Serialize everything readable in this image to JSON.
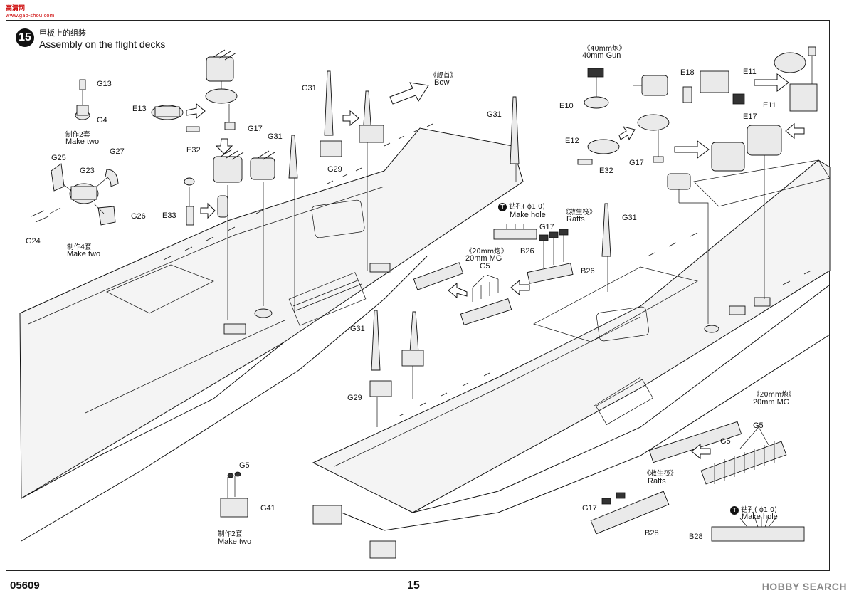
{
  "header": {
    "site_logo": "高清网",
    "site_url": "www.gao-shou.com",
    "step_number": "15",
    "title_cn": "甲板上的组装",
    "title_en": "Assembly on the flight decks"
  },
  "footer": {
    "product_code": "05609",
    "page_number": "15",
    "watermark": "HOBBY SEARCH"
  },
  "labels": {
    "g13": "G13",
    "g4": "G4",
    "make_two_cn_1": "制作2套",
    "make_two_1": "Make two",
    "g25": "G25",
    "g27": "G27",
    "g23": "G23",
    "g26": "G26",
    "g24": "G24",
    "make_two_cn_2": "制作4套",
    "make_two_2": "Make two",
    "e13": "E13",
    "e32_left": "E32",
    "g17_left": "G17",
    "e33": "E33",
    "g31_a": "G31",
    "g31_b": "G31",
    "g29_top": "G29",
    "bow_cn": "《舰首》",
    "bow": "Bow",
    "g31_c": "G31",
    "drill_cn_1": "钻孔( ϕ1.0)",
    "drill_1": "Make hole",
    "rafts_cn_1": "《救生筏》",
    "rafts_1": "Rafts",
    "g17_rafts": "G17",
    "b26_a": "B26",
    "b26_b": "B26",
    "g31_d": "G31",
    "mg20_cn_1": "《20mm炮》",
    "mg20_1": "20mm MG",
    "g5_a": "G5",
    "gun40_cn": "《40mm炮》",
    "gun40": "40mm Gun",
    "e10": "E10",
    "e12": "E12",
    "e32_right": "E32",
    "g17_right": "G17",
    "e18": "E18",
    "e11_a": "E11",
    "e17": "E17",
    "e11_b": "E11",
    "g31_e": "G31",
    "g29_bottom": "G29",
    "g5_b": "G5",
    "g41": "G41",
    "make_two_cn_3": "制作2套",
    "make_two_3": "Make two",
    "mg20_cn_2": "《20mm炮》",
    "mg20_2": "20mm MG",
    "g5_c": "G5",
    "g5_d": "G5",
    "rafts_cn_2": "《救生筏》",
    "rafts_2": "Rafts",
    "g17_bottom": "G17",
    "b28_a": "B28",
    "drill_cn_2": "钻孔( ϕ1.0)",
    "drill_2": "Make hole",
    "b28_b": "B28"
  }
}
